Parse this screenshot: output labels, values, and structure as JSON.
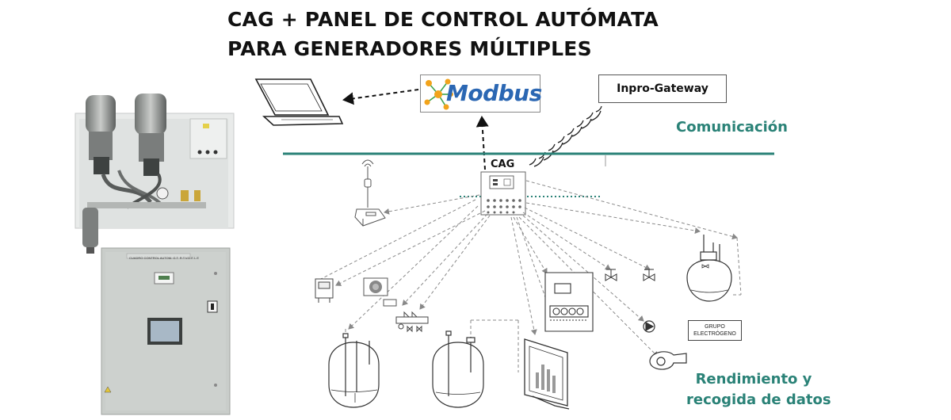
{
  "title": {
    "line1": "CAG + PANEL DE CONTROL AUTÓMATA",
    "line2": "PARA GENERADORES MÚLTIPLES"
  },
  "labels": {
    "gateway": "Inpro-Gateway",
    "modbus": "Modbus",
    "communication": "Comunicación",
    "cag": "CAG",
    "performance_line1": "Rendimiento y",
    "performance_line2": "recogida de datos",
    "generator_line1": "GRUPO",
    "generator_line2": "ELECTRÓGENO",
    "panel_plate": "CUADRO CONTROL AUTOM. G.T. R.T.V.D.E.L.E"
  },
  "colors": {
    "accent_green": "#2a8277",
    "modbus_blue": "#2b67b3",
    "modbus_green": "#3fa34d",
    "modbus_orange": "#f2a31b",
    "line_gray": "#8a8a8a",
    "panel_gray": "#c9cdca"
  },
  "icons": [
    "laptop-icon",
    "modbus-logo-icon",
    "wireless-signal-icon",
    "antenna-icon",
    "cag-controller-icon",
    "tank-icon",
    "valve-icon",
    "monitor-icon",
    "pump-icon",
    "fan-icon",
    "sensor-icon"
  ]
}
